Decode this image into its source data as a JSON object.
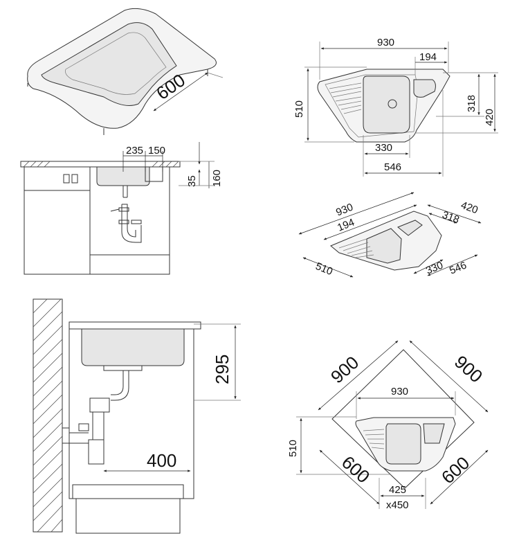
{
  "views": {
    "perspective_view": {
      "depth_label": "600"
    },
    "front_section": {
      "labels": [
        "235",
        "150",
        "35",
        "160"
      ]
    },
    "side_section": {
      "height_label": "295",
      "distance_label": "400"
    },
    "top_view": {
      "width_label": "930",
      "drain_offset_label": "194",
      "depth_left_label": "510",
      "depth_right_label": "318",
      "height_right_label": "420",
      "bowl_width_label": "330",
      "front_width_label": "546"
    },
    "iso_view": {
      "labels": [
        "930",
        "194",
        "420",
        "318",
        "510",
        "330",
        "546"
      ]
    },
    "corner_view": {
      "left_diag_label": "900",
      "right_diag_label": "900",
      "width_label": "930",
      "depth_label": "510",
      "left_lower_label": "600",
      "right_lower_label": "600",
      "front_label": "425",
      "cabinet_label": "x450"
    }
  }
}
